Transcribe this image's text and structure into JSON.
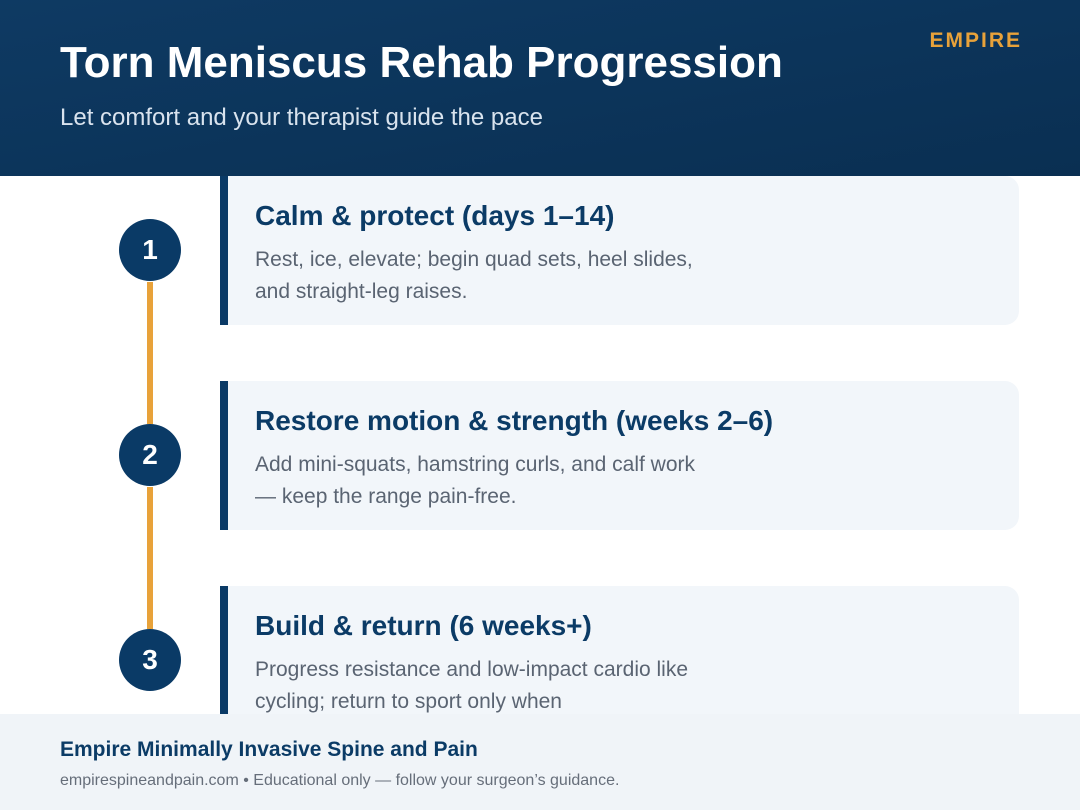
{
  "header": {
    "title": "Torn Meniscus Rehab Progression",
    "subtitle": "Let comfort and your therapist guide the pace",
    "brand": "EMPIRE"
  },
  "steps": [
    {
      "number": "1",
      "title": "Calm & protect (days 1–14)",
      "body": "Rest, ice, elevate; begin quad sets, heel slides, and straight-leg raises."
    },
    {
      "number": "2",
      "title": "Restore motion & strength (weeks 2–6)",
      "body": "Add mini-squats, hamstring curls, and calf work — keep the range pain-free."
    },
    {
      "number": "3",
      "title": "Build & return (6 weeks+)",
      "body": "Progress resistance and low-impact cardio like cycling; return to sport only when"
    }
  ],
  "footer": {
    "title": "Empire Minimally Invasive Spine and Pain",
    "note": "empirespineandpain.com • Educational only — follow your surgeon’s guidance."
  },
  "colors": {
    "navy": "#0a3a66",
    "accent": "#e8a23a",
    "card_bg": "#f2f6fa"
  }
}
